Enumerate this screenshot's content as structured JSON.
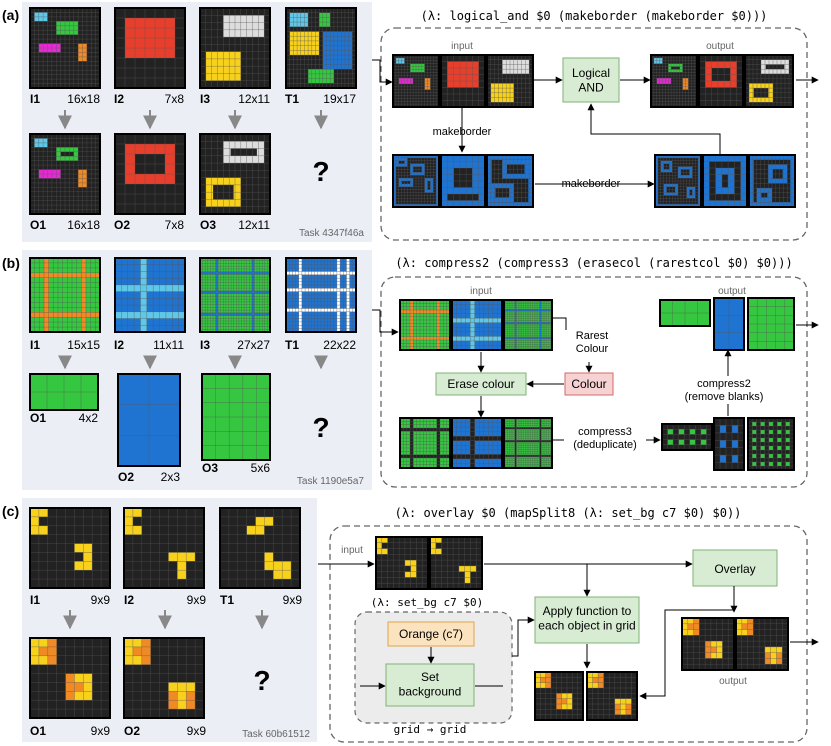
{
  "colors": {
    "black": "#000000",
    "grid_bg": "#222222",
    "grid_line": "#555555",
    "red": "#e83f2c",
    "green": "#35c740",
    "blue": "#1f73d1",
    "lightblue": "#5fc7e8",
    "yellow": "#f7d11c",
    "magenta": "#e52ad5",
    "orange": "#f08a25",
    "gray": "#dddddd",
    "panel_bg": "#eceef6",
    "box_green": "#d8ecd4",
    "box_green_border": "#7fb276",
    "box_red": "#f6d2d2",
    "box_red_border": "#d36a6a",
    "box_orange": "#fbe3c0",
    "box_orange_border": "#e1a44c",
    "inner_panel": "#ececec",
    "arrow_gray": "#888888",
    "text_gray": "#666666"
  },
  "panels": [
    {
      "label": "(a)",
      "task": "Task 4347f46a",
      "expression": "(λ: logical_and $0 (makeborder (makeborder $0)))",
      "examples": [
        {
          "in_name": "I1",
          "in_size": "16x18",
          "out_name": "O1",
          "out_size": "16x18"
        },
        {
          "in_name": "I2",
          "in_size": "7x8",
          "out_name": "O2",
          "out_size": "7x8"
        },
        {
          "in_name": "I3",
          "in_size": "12x11",
          "out_name": "O3",
          "out_size": "12x11"
        },
        {
          "in_name": "T1",
          "in_size": "19x17",
          "out_name": "?",
          "out_size": ""
        }
      ],
      "input_label": "input",
      "output_label": "output",
      "nodes": {
        "and": "Logical\nAND"
      },
      "edges": {
        "makeborder_1": "makeborder",
        "makeborder_2": "makeborder"
      }
    },
    {
      "label": "(b)",
      "task": "Task 1190e5a7",
      "expression": "(λ: compress2 (compress3 (erasecol (rarestcol $0) $0)))",
      "examples": [
        {
          "in_name": "I1",
          "in_size": "15x15",
          "out_name": "O1",
          "out_size": "4x2"
        },
        {
          "in_name": "I2",
          "in_size": "11x11",
          "out_name": "O2",
          "out_size": "2x3"
        },
        {
          "in_name": "I3",
          "in_size": "27x27",
          "out_name": "O3",
          "out_size": "5x6"
        },
        {
          "in_name": "T1",
          "in_size": "22x22",
          "out_name": "?",
          "out_size": ""
        }
      ],
      "input_label": "input",
      "output_label": "output",
      "nodes": {
        "erase": "Erase colour",
        "colour": "Colour"
      },
      "edges": {
        "rarest": "Rarest\nColour",
        "compress3": "compress3\n(deduplicate)",
        "compress2": "compress2\n(remove blanks)"
      }
    },
    {
      "label": "(c)",
      "task": "Task 60b61512",
      "expression": "(λ: overlay $0 (mapSplit8 (λ: set_bg c7 $0) $0))",
      "sub_expression": "(λ: set_bg c7 $0)",
      "examples": [
        {
          "in_name": "I1",
          "in_size": "9x9",
          "out_name": "O1",
          "out_size": "9x9"
        },
        {
          "in_name": "I2",
          "in_size": "9x9",
          "out_name": "O2",
          "out_size": "9x9"
        },
        {
          "in_name": "T1",
          "in_size": "9x9",
          "out_name": "?",
          "out_size": ""
        }
      ],
      "input_label": "input",
      "output_label": "output",
      "nodes": {
        "orange": "Orange (c7)",
        "setbg": "Set\nbackground",
        "apply": "Apply function to\neach object in grid",
        "overlay": "Overlay"
      },
      "edges": {
        "grid": "grid → grid"
      }
    }
  ]
}
